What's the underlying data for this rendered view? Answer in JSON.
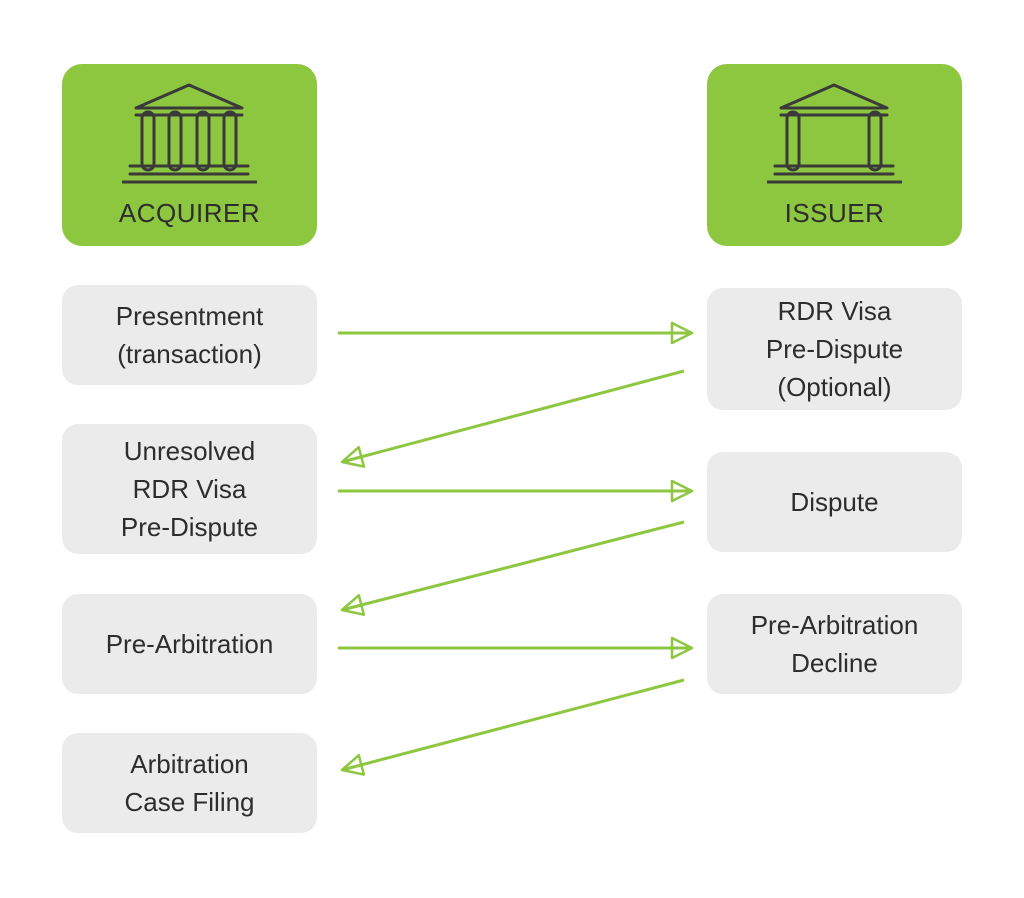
{
  "colors": {
    "accent_green": "#8dc63f",
    "step_gray": "#ebebeb",
    "text_dark": "#2d2d2d"
  },
  "parties": {
    "acquirer": {
      "label": "ACQUIRER",
      "icon": "bank-icon"
    },
    "issuer": {
      "label": "ISSUER",
      "icon": "bank-icon"
    }
  },
  "acquirer_steps": [
    {
      "label": "Presentment\n(transaction)"
    },
    {
      "label": "Unresolved\nRDR Visa\nPre-Dispute"
    },
    {
      "label": "Pre-Arbitration"
    },
    {
      "label": "Arbitration\nCase Filing"
    }
  ],
  "issuer_steps": [
    {
      "label": "RDR Visa\nPre-Dispute\n(Optional)"
    },
    {
      "label": "Dispute"
    },
    {
      "label": "Pre-Arbitration\nDecline"
    }
  ],
  "flows": [
    {
      "from": "acquirer_steps.0",
      "to": "issuer_steps.0"
    },
    {
      "from": "issuer_steps.0",
      "to": "acquirer_steps.1"
    },
    {
      "from": "acquirer_steps.1",
      "to": "issuer_steps.1"
    },
    {
      "from": "issuer_steps.1",
      "to": "acquirer_steps.2"
    },
    {
      "from": "acquirer_steps.2",
      "to": "issuer_steps.2"
    },
    {
      "from": "issuer_steps.2",
      "to": "acquirer_steps.3"
    }
  ]
}
